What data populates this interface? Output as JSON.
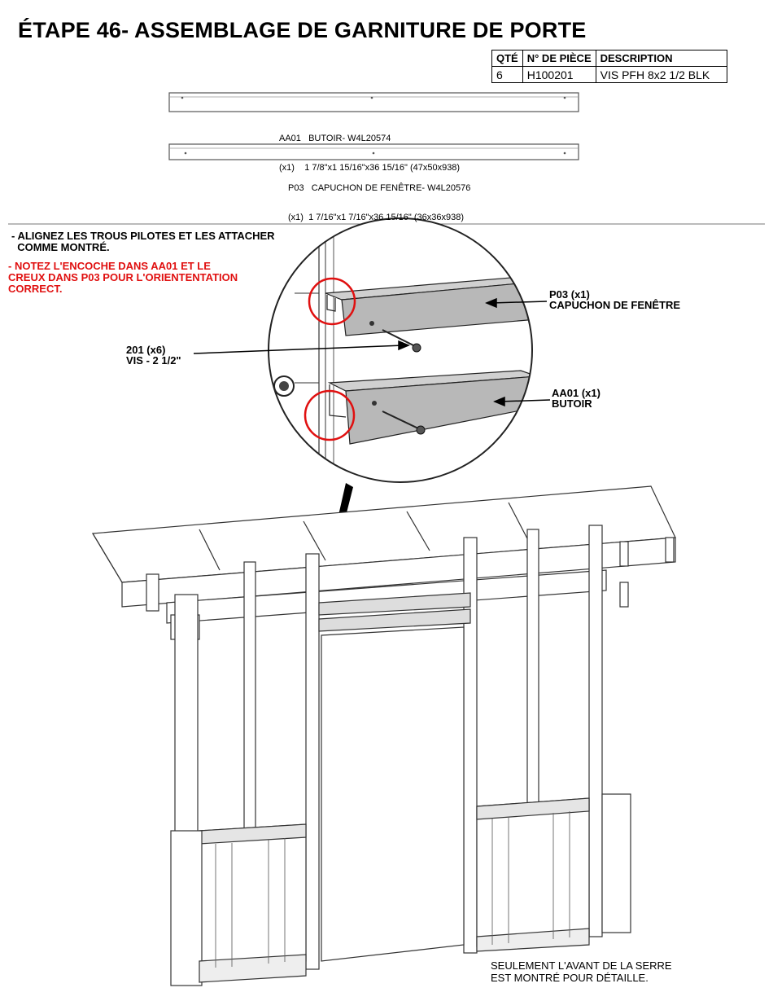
{
  "title": "ÉTAPE 46-  ASSEMBLAGE DE GARNITURE DE PORTE",
  "parts_table": {
    "headers": [
      "QTÉ",
      "N° DE PIÈCE",
      "DESCRIPTION"
    ],
    "rows": [
      [
        "6",
        "H100201",
        "VIS PFH 8x2 1/2 BLK"
      ]
    ]
  },
  "parts": [
    {
      "id": "AA01",
      "name": "BUTOIR- W4L20574",
      "qty": "(x1)",
      "dims": "1 7/8\"x1 15/16\"x36 15/16\" (47x50x938)"
    },
    {
      "id": "P03",
      "name": "CAPUCHON DE FENÊTRE- W4L20576",
      "qty": "(x1)",
      "dims": "1 7/16\"x1 7/16\"x36 15/16\" (36x36x938)"
    }
  ],
  "notes": {
    "line1": "- ALIGNEZ LES TROUS PILOTES ET LES ATTACHER",
    "line2": "  COMME MONTRÉ.",
    "red_line1": "- NOTEZ L'ENCOCHE DANS AA01 ET LE",
    "red_line2": "CREUX DANS P03 POUR L'ORIENTENTATION",
    "red_line3": "CORRECT."
  },
  "callouts": {
    "p03_line1": "P03 (x1)",
    "p03_line2": "CAPUCHON DE FENÊTRE",
    "screw_line1": "201 (x6)",
    "screw_line2": "VIS - 2 1/2\"",
    "aa01_line1": "AA01 (x1)",
    "aa01_line2": "BUTOIR"
  },
  "footnote": {
    "line1": "SEULEMENT L'AVANT DE LA SERRE",
    "line2": "EST MONTRÉ POUR DÉTAILLE."
  },
  "colors": {
    "highlight_red": "#e01010",
    "part_fill": "#b8b8b8"
  }
}
